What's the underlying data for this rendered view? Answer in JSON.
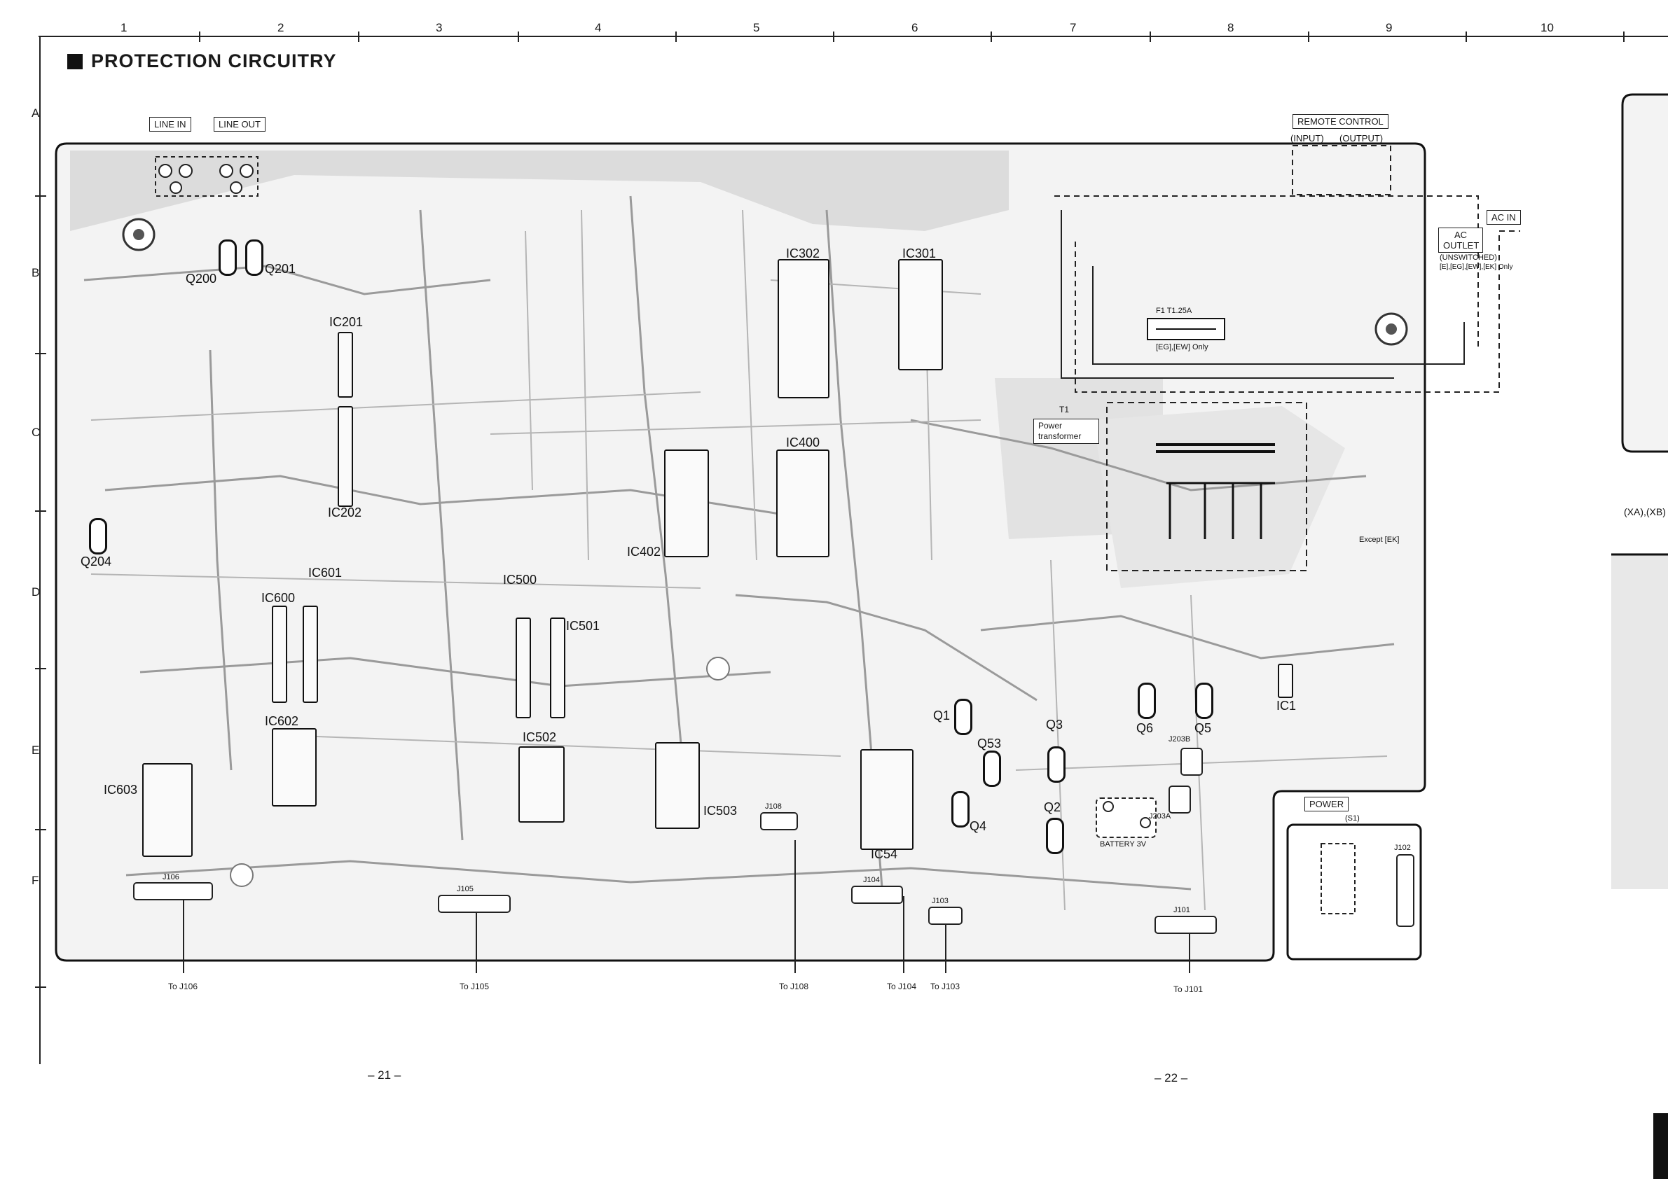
{
  "title": "PROTECTION CIRCUITRY",
  "columns": [
    "1",
    "2",
    "3",
    "4",
    "5",
    "6",
    "7",
    "8",
    "9",
    "10"
  ],
  "rows": [
    "A",
    "B",
    "C",
    "D",
    "E",
    "F"
  ],
  "page_numbers": [
    "– 21 –",
    "– 22 –"
  ],
  "boxes": {
    "line_in": "LINE IN",
    "line_out": "LINE OUT",
    "remote_control": "REMOTE CONTROL",
    "remote_input": "(INPUT)",
    "remote_output": "(OUTPUT)",
    "ac_in": "AC IN",
    "ac_outlet": "AC OUTLET",
    "unswitched": "(UNSWITCHED)",
    "outlet_note": "[E],[EG],[EW],[EK] Only",
    "power": "POWER",
    "s1": "(S1)",
    "transformer_name": "T1",
    "transformer": "Power transformer",
    "fuse": "F1 T1.25A",
    "fuse_note": "[EG],[EW] Only",
    "battery": "BATTERY 3V",
    "except_ek": "Except [EK]",
    "side_note": "(XA),(XB)"
  },
  "ics": [
    "IC201",
    "IC202",
    "IC302",
    "IC301",
    "IC400",
    "IC402",
    "IC500",
    "IC501",
    "IC502",
    "IC503",
    "IC600",
    "IC601",
    "IC602",
    "IC603",
    "IC54",
    "IC1"
  ],
  "transistors": [
    "Q200",
    "Q201",
    "Q204",
    "Q1",
    "Q53",
    "Q3",
    "Q4",
    "Q2",
    "Q6",
    "Q5"
  ],
  "connectors": [
    "J106",
    "J105",
    "J104",
    "J103",
    "J108",
    "J101",
    "J102",
    "J203A",
    "J203B"
  ],
  "to_labels": [
    "To J106",
    "To J105",
    "To J108",
    "To J104",
    "To J103",
    "To J101"
  ]
}
